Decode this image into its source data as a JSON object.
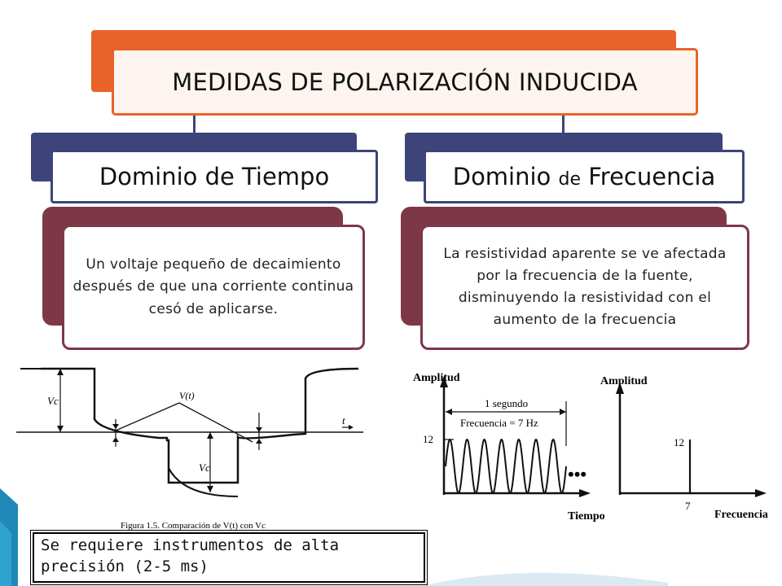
{
  "title": "MEDIDAS DE POLARIZACIÓN INDUCIDA",
  "left": {
    "heading": "Dominio de Tiempo",
    "description": "Un voltaje pequeño de decaimiento después de que una corriente continua cesó de aplicarse."
  },
  "right": {
    "heading_main": "Dominio ",
    "heading_small": "de",
    "heading_end": " Frecuencia",
    "description": "La resistividad aparente se ve afectada por la frecuencia de la fuente, disminuyendo la resistividad con el aumento de la frecuencia"
  },
  "time_figure": {
    "label_vc_top": "Vc",
    "label_vt": "V(t)",
    "label_t": "t",
    "label_vc_bottom": "Vc",
    "caption": "Figura 1.5. Comparación de V(t) con Vc"
  },
  "freq_figure": {
    "left_ylabel": "Amplitud",
    "period_label": "1 segundo",
    "freq_label": "Frecuencia = 7 Hz",
    "amplitude_value": "12",
    "ellipsis": "•••",
    "left_xlabel": "Tiempo",
    "right_ylabel": "Amplitud",
    "right_amp_value": "12",
    "right_freq_value": "7",
    "right_xlabel": "Frecuencia"
  },
  "note": "Se requiere instrumentos de alta precisión (2-5 ms)",
  "colors": {
    "orange": "#e8632a",
    "navy": "#3c4479",
    "maroon": "#7d3848",
    "teal": "#1f88b6"
  }
}
